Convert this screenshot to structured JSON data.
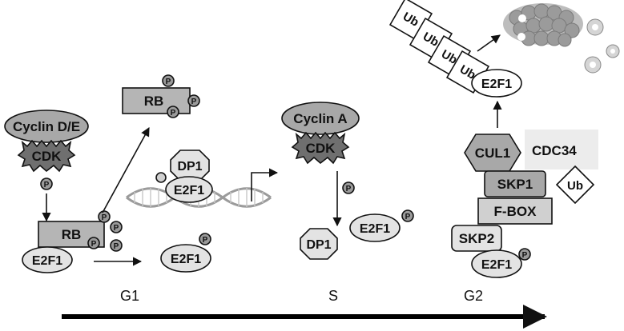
{
  "labels": {
    "cyclin_de": "Cyclin D/E",
    "cdk": "CDK",
    "rb": "RB",
    "e2f1": "E2F1",
    "dp1": "DP1",
    "cyclin_a": "Cyclin A",
    "cul1": "CUL1",
    "cdc34": "CDC34",
    "skp1": "SKP1",
    "skp2": "SKP2",
    "fbox": "F-BOX",
    "ub": "Ub",
    "p": "P"
  },
  "phases": [
    "G1",
    "S",
    "G2"
  ],
  "colors": {
    "cyclin_fill": "#a8a8a8",
    "cdk_fill": "#6f6f6f",
    "box_fill": "#b5b5b5",
    "light_fill": "#e3e3e3",
    "p_fill": "#9a9a9a",
    "white": "#ffffff",
    "proteasome": "#9b9b9b"
  }
}
